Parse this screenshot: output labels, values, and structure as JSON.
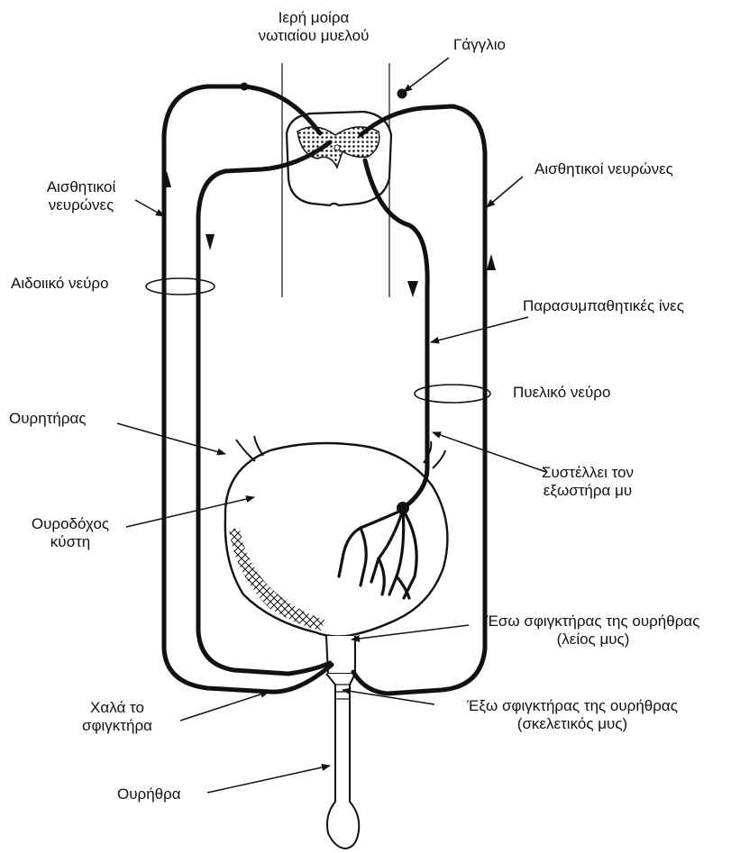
{
  "labels": {
    "sacral_cord_1": "Ιερή μοίρα",
    "sacral_cord_2": "νωτιαίου μυελού",
    "ganglion": "Γάγγλιο",
    "sensory_left_1": "Αισθητικοί",
    "sensory_left_2": "νευρώνες",
    "sensory_right": "Αισθητικοί νευρώνες",
    "pudendal_nerve": "Αιδοιικό νεύρο",
    "parasympathetic": "Παρασυμπαθητικές ίνες",
    "pelvic_nerve": "Πυελικό νεύρο",
    "ureter": "Ουρητήρας",
    "contracts_1": "Συστέλλει τον",
    "contracts_2": "εξωστήρα μυ",
    "bladder_1": "Ουροδόχος",
    "bladder_2": "κύστη",
    "internal_sphincter_1": "Έσω σφιγκτήρας της ουρήθρας",
    "internal_sphincter_2": "(λείος μυς)",
    "relaxes_1": "Χαλά το",
    "relaxes_2": "σφιγκτήρα",
    "external_sphincter_1": "Έξω σφιγκτήρας της ουρήθρας",
    "external_sphincter_2": "(σκελετικός μυς)",
    "urethra": "Ουρήθρα"
  },
  "colors": {
    "ink": "#111111",
    "background": "#ffffff"
  }
}
